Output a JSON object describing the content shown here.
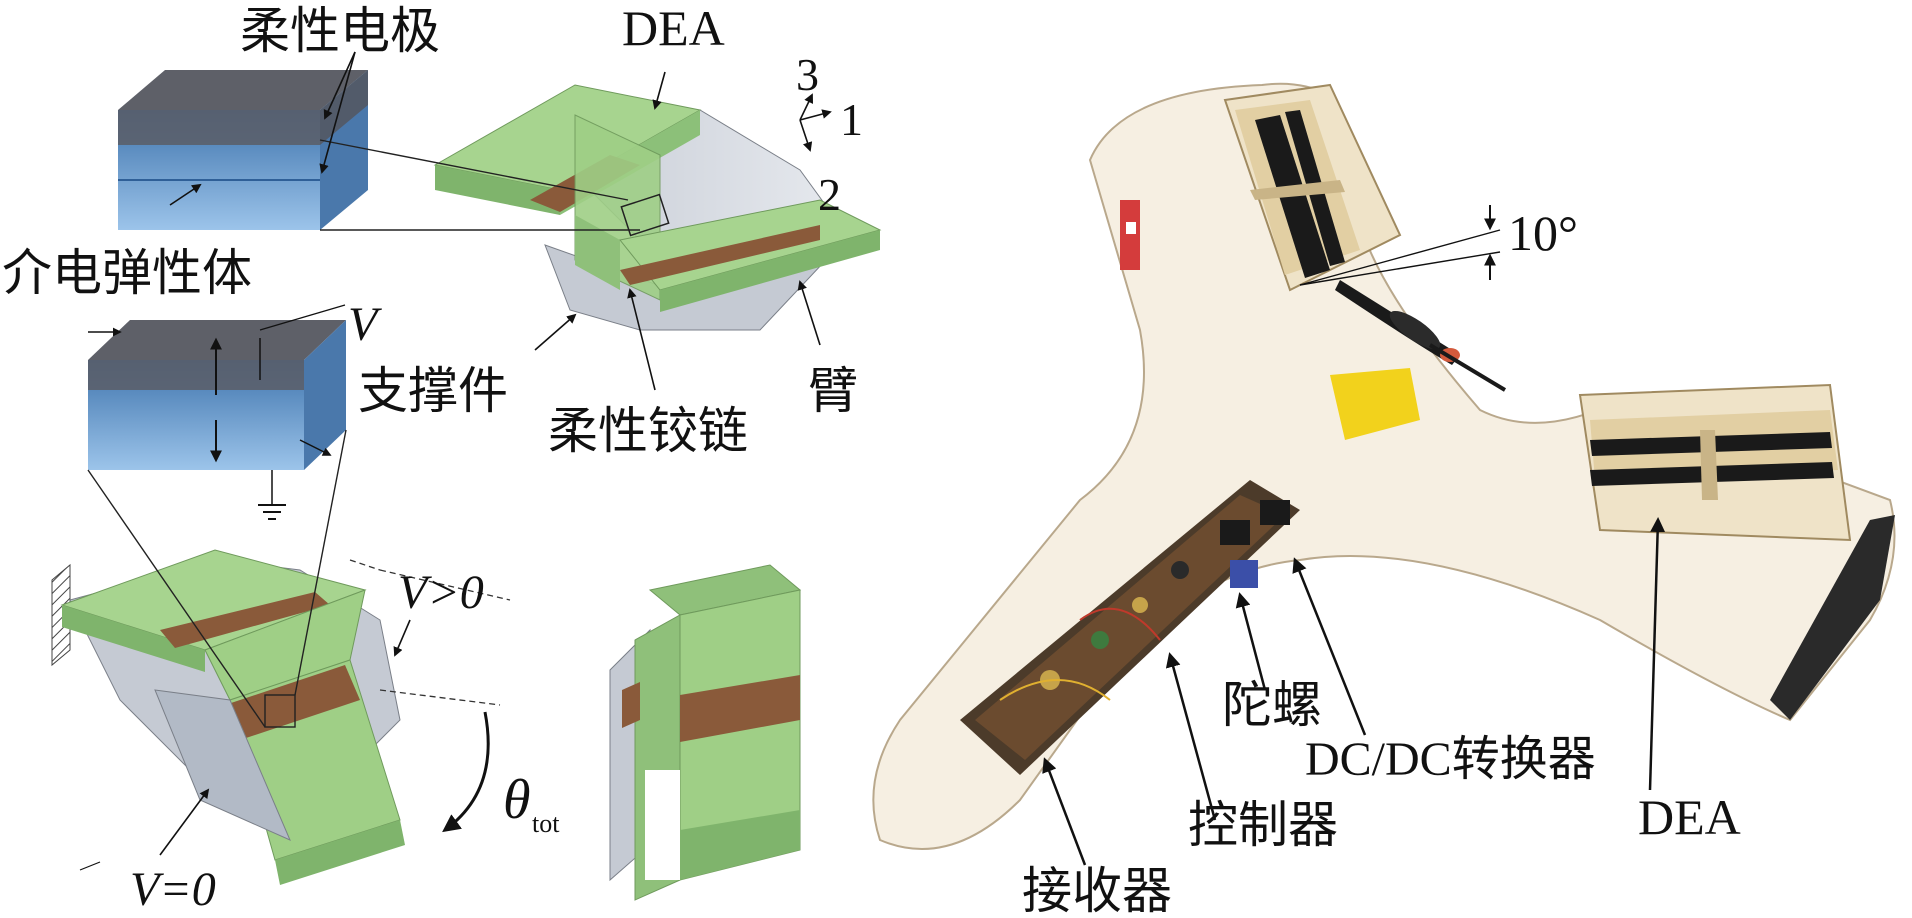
{
  "left_figure": {
    "labels": {
      "flexible_electrode": "柔性电极",
      "dea_top": "DEA",
      "axis_3": "3",
      "axis_1": "1",
      "axis_2": "2",
      "dielectric_elastomer": "介电弹性体",
      "voltage_v": "V",
      "support": "支撑件",
      "flexible_hinge": "柔性铰链",
      "arm": "臂",
      "v_positive": "V>0",
      "v_zero": "V=0",
      "theta_symbol": "θ",
      "theta_subscript": "tot"
    }
  },
  "right_figure": {
    "labels": {
      "angle": "10°",
      "gyroscope": "陀螺",
      "dcdc_converter": "DC/DC转换器",
      "dea_bottom": "DEA",
      "controller": "控制器",
      "receiver": "接收器"
    }
  },
  "colors": {
    "green_panel": "#9fcf86",
    "dark_green": "#7fb46c",
    "brown_band": "#8a5a3a",
    "grey_block_top": "#5e6068",
    "blue_block_side": "#5d8fc4",
    "body_cream": "#f6efe2",
    "dea_black": "#1a1a1a",
    "yellow_patch": "#f2d21c"
  }
}
